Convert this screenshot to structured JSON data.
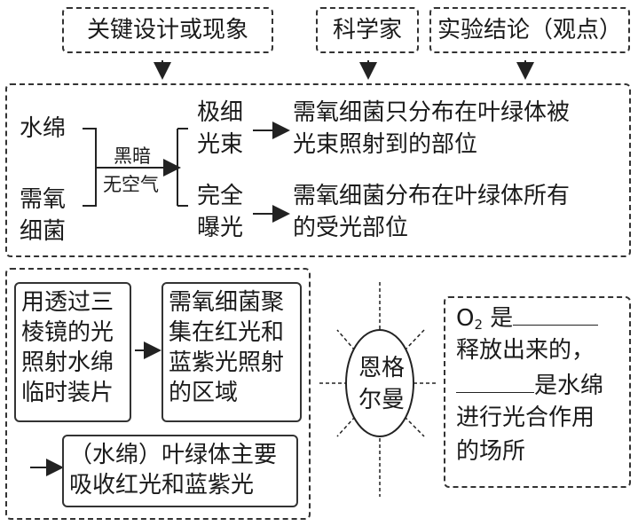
{
  "headers": {
    "design": "关键设计或现象",
    "scientist": "科学家",
    "conclusion": "实验结论（观点）"
  },
  "top_experiment": {
    "material_1": "水绵",
    "material_2a": "需氧",
    "material_2b": "细菌",
    "condition_1": "黑暗",
    "condition_2": "无空气",
    "branch_1a": "极细",
    "branch_1b": "光束",
    "branch_2a": "完全",
    "branch_2b": "曝光",
    "result_1a": "需氧细菌只分布在叶绿体被",
    "result_1b": "光束照射到的部位",
    "result_2a": "需氧细菌分布在叶绿体所有",
    "result_2b": "的受光部位"
  },
  "bottom_experiment": {
    "box1": [
      "用透过三",
      "棱镜的光",
      "照射水绵",
      "临时装片"
    ],
    "box2": [
      "需氧细菌聚",
      "集在红光和",
      "蓝紫光照射",
      "的区域"
    ],
    "box3": [
      "（水绵）叶绿体主要",
      "吸收红光和蓝紫光"
    ]
  },
  "scientist": {
    "line1": "恩格",
    "line2": "尔曼"
  },
  "conclusion_box": {
    "o": "O",
    "o_sub": "2",
    "is": "是",
    "line2": "释放出来的，",
    "line3_tail": "是水绵",
    "line4": "进行光合作用",
    "line5": "的场所"
  }
}
